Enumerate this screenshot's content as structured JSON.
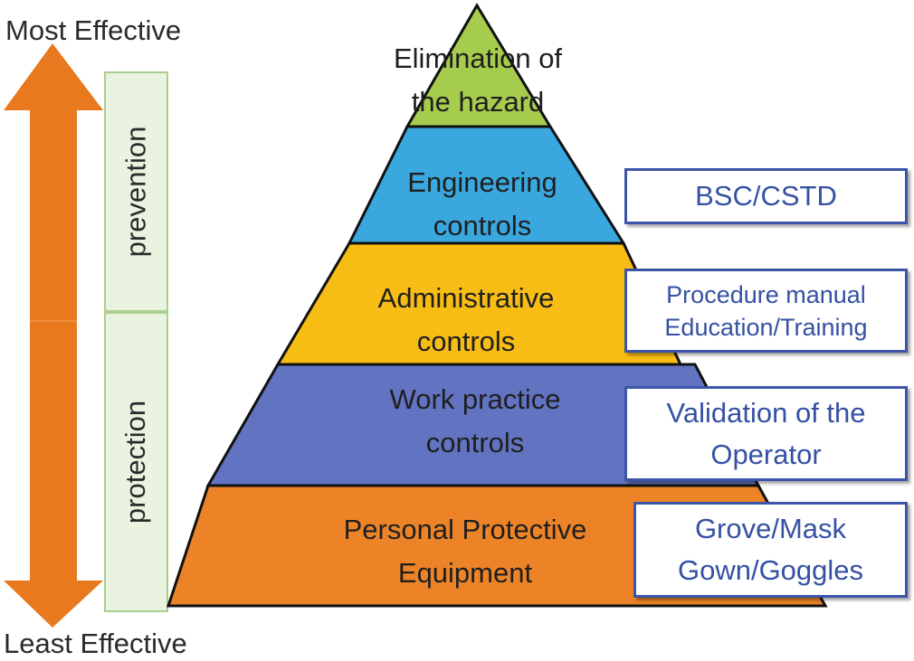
{
  "axis": {
    "top_label": "Most Effective",
    "bottom_label": "Least Effective",
    "arrow_color": "#e8791f"
  },
  "side_labels": {
    "upper": "prevention",
    "lower": "protection",
    "fill_color": "#eaf3df",
    "border_color": "#a9cf8f"
  },
  "pyramid": {
    "levels": [
      {
        "line1": "Elimination of",
        "line2": "the hazard",
        "color": "#a6cc4e"
      },
      {
        "line1": "Engineering",
        "line2": "controls",
        "color": "#3aa7df"
      },
      {
        "line1": "Administrative",
        "line2": "controls",
        "color": "#f8bd14"
      },
      {
        "line1": "Work practice",
        "line2": "controls",
        "color": "#6173c1"
      },
      {
        "line1": "Personal Protective",
        "line2": "Equipment",
        "color": "#ec8427"
      }
    ]
  },
  "examples": [
    {
      "line1": "BSC/CSTD",
      "line2": ""
    },
    {
      "line1": "Procedure manual",
      "line2": "Education/Training"
    },
    {
      "line1": "Validation of the",
      "line2": "Operator"
    },
    {
      "line1": "Grove/Mask",
      "line2": "Gown/Goggles"
    }
  ],
  "example_box_color": "#3d55a8"
}
